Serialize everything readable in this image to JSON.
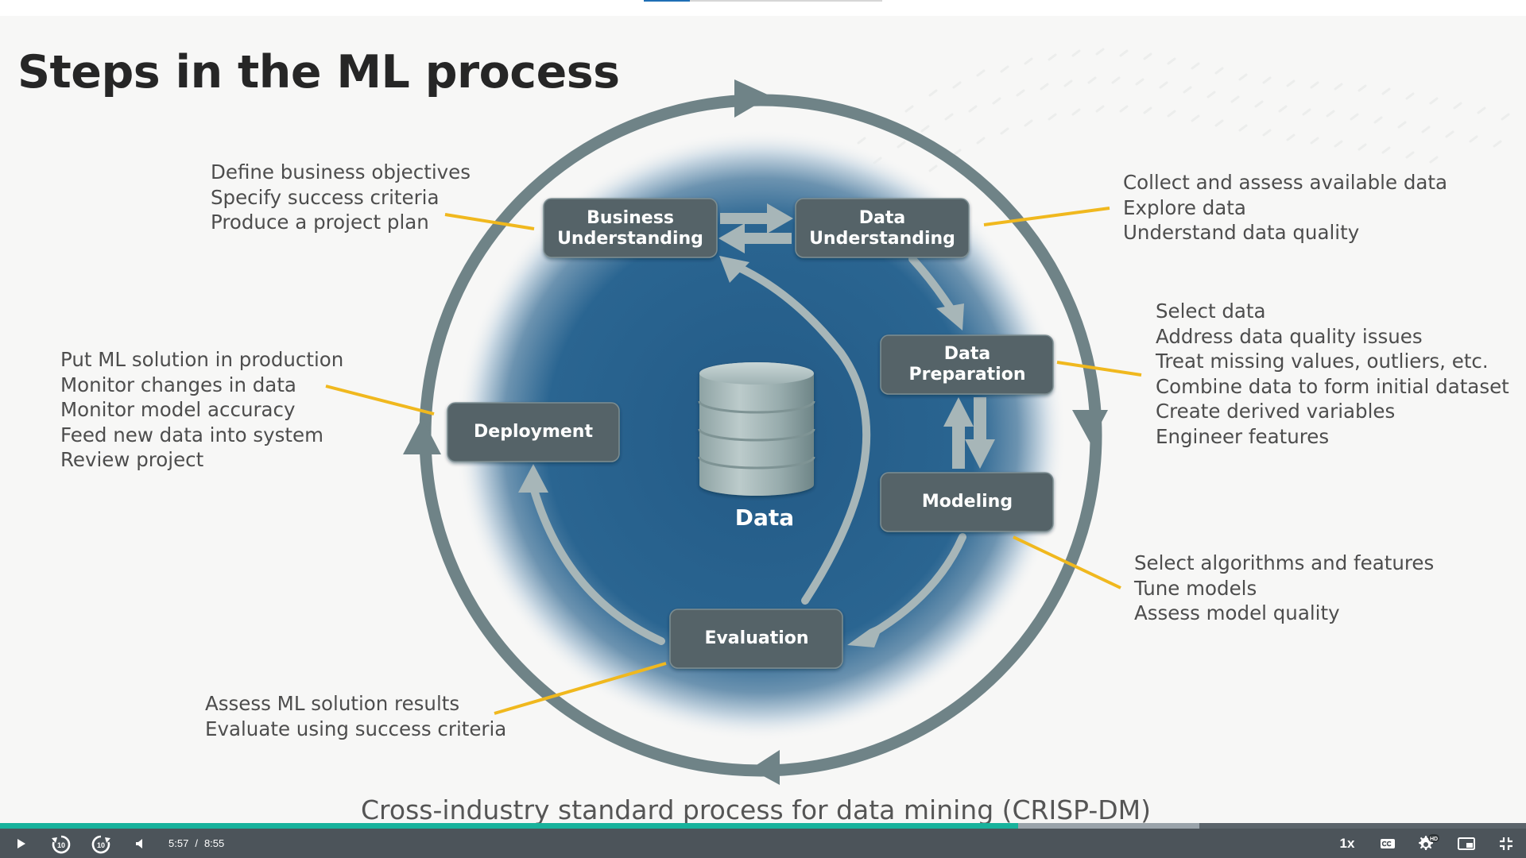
{
  "slide": {
    "title": "Steps in the ML process",
    "caption": "Cross-industry standard process for data mining (CRISP-DM)",
    "center_label": "Data"
  },
  "phases": {
    "business_understanding": [
      "Business",
      "Understanding"
    ],
    "data_understanding": [
      "Data",
      "Understanding"
    ],
    "data_preparation": [
      "Data",
      "Preparation"
    ],
    "modeling": "Modeling",
    "evaluation": "Evaluation",
    "deployment": "Deployment"
  },
  "notes": {
    "business_understanding": [
      "Define business objectives",
      "Specify success criteria",
      "Produce a project plan"
    ],
    "data_understanding": [
      "Collect and assess available data",
      "Explore data",
      "Understand data quality"
    ],
    "data_preparation": [
      "Select data",
      "Address data quality issues",
      "Treat missing values, outliers, etc.",
      "Combine data to form initial dataset",
      "Create derived variables",
      "Engineer features"
    ],
    "deployment": [
      "Put ML solution in production",
      "Monitor changes in data",
      "Monitor model accuracy",
      "Feed new data into system",
      "Review project"
    ],
    "modeling": [
      "Select algorithms and features",
      "Tune models",
      "Assess model quality"
    ],
    "evaluation": [
      "Assess ML solution results",
      "Evaluate using success criteria"
    ]
  },
  "colors": {
    "box_fill": "#546468",
    "ring": "#6f8387",
    "arrow": "#a7b6b8",
    "callout": "#f0b81e",
    "center_blue": "#235a86",
    "progress_played": "#18b29c"
  },
  "player": {
    "current_time": "5:57",
    "separator": "/",
    "duration": "8:55",
    "progress_fraction": 0.667,
    "buffered_fraction": 0.786,
    "speed": "1x",
    "hd_badge": "HD",
    "skip_back_seconds": "10",
    "skip_forward_seconds": "10",
    "icons": [
      "play-icon",
      "rewind-10-icon",
      "forward-10-icon",
      "volume-icon",
      "captions-icon",
      "settings-icon",
      "picture-in-picture-icon",
      "exit-fullscreen-icon"
    ]
  }
}
